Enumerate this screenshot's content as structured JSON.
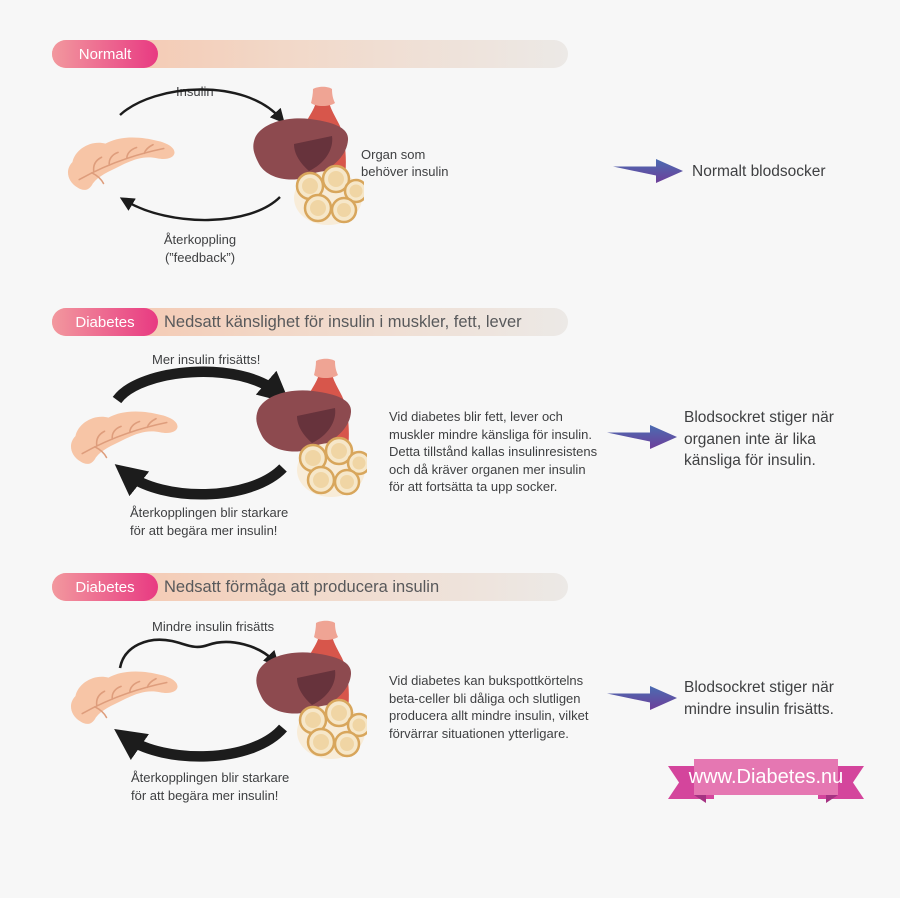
{
  "colors": {
    "background": "#f7f7f7",
    "pill_gradient_start": "#f2989e",
    "pill_gradient_end": "#e83a82",
    "bar_gradient_start": "#f5c3a9",
    "bar_gradient_end": "#ece9e6",
    "result_arrow_top": "#4a6cb2",
    "result_arrow_bottom": "#6e3e99",
    "ribbon_panel": "#e577b2",
    "ribbon_tail": "#d4459c",
    "ribbon_fold": "#a53282",
    "body_text": "#3f4042",
    "header_text": "#58595b"
  },
  "sections": [
    {
      "badge": "Normalt",
      "top_label": "Insulin",
      "organ_label": "Organ som\nbehöver insulin",
      "bottom_label": "Återkoppling\n(”feedback”)",
      "result": "Normalt blodsocker"
    },
    {
      "badge": "Diabetes",
      "title": "Nedsatt känslighet för insulin i muskler, fett, lever",
      "top_label": "Mer insulin frisätts!",
      "paragraph": "Vid diabetes blir fett, lever och\nmuskler mindre känsliga för insulin.\nDetta tillstånd kallas insulinresistens\noch då kräver organen mer insulin\nför att fortsätta ta upp socker.",
      "bottom_label": "Återkopplingen blir starkare\nför att begära mer insulin!",
      "result": "Blodsockret stiger när\norganen inte är lika\nkänsliga för insulin."
    },
    {
      "badge": "Diabetes",
      "title": "Nedsatt förmåga att producera insulin",
      "top_label": "Mindre insulin frisätts",
      "paragraph": "Vid diabetes kan bukspottkörtelns\nbeta-celler bli dåliga och slutligen\nproducera allt mindre insulin, vilket\nförvärrar situationen ytterligare.",
      "bottom_label": "Återkopplingen blir starkare\nför att begära mer insulin!",
      "result": "Blodsockret stiger när\nmindre insulin frisätts."
    }
  ],
  "footer": {
    "website": "www.Diabetes.nu"
  }
}
